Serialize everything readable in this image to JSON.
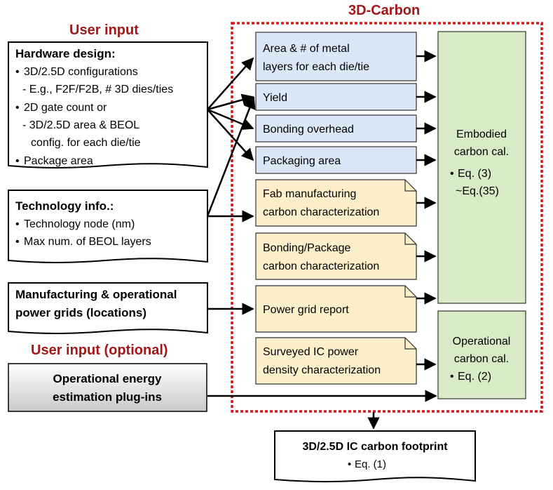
{
  "titles": {
    "tool": "3D-Carbon",
    "user_input": "User input",
    "user_input_optional": "User input (optional)"
  },
  "inputs": {
    "hardware": {
      "title": "Hardware design:",
      "lines": [
        "3D/2.5D configurations",
        "- E.g., F2F/F2B, # 3D dies/ties",
        "2D gate count or",
        "- 3D/2.5D area & BEOL",
        "config. for each die/tie",
        "Package area"
      ]
    },
    "technology": {
      "title": "Technology info.:",
      "lines": [
        "Technology node (nm)",
        "Max num. of BEOL layers"
      ]
    },
    "grids": {
      "title_lines": [
        "Manufacturing & operational",
        "power grids (locations)"
      ]
    },
    "plugins": {
      "title_lines": [
        "Operational energy",
        "estimation plug-ins"
      ]
    }
  },
  "blue_boxes": [
    [
      "Area & # of metal",
      "layers for each die/tie"
    ],
    [
      "Yield"
    ],
    [
      "Bonding overhead"
    ],
    [
      "Packaging area"
    ]
  ],
  "yellow_boxes": [
    [
      "Fab manufacturing",
      "carbon characterization"
    ],
    [
      "Bonding/Package",
      "carbon characterization"
    ],
    [
      "Power grid report"
    ],
    [
      "Surveyed IC power",
      "density characterization"
    ]
  ],
  "embodied": {
    "title_lines": [
      "Embodied",
      "carbon cal."
    ],
    "eq_lines": [
      "Eq. (3)",
      "~Eq.(35)"
    ]
  },
  "operational": {
    "title_lines": [
      "Operational",
      "carbon cal."
    ],
    "eq": "Eq. (2)"
  },
  "output": {
    "title": "3D/2.5D IC carbon footprint",
    "eq": "Eq. (1)"
  },
  "colors": {
    "dashed_border": "#d01818",
    "blue_fill": "#dae7f6",
    "yellow_fill": "#fdefc9",
    "green_fill": "#d6ebc6",
    "title_red": "#a01818"
  }
}
